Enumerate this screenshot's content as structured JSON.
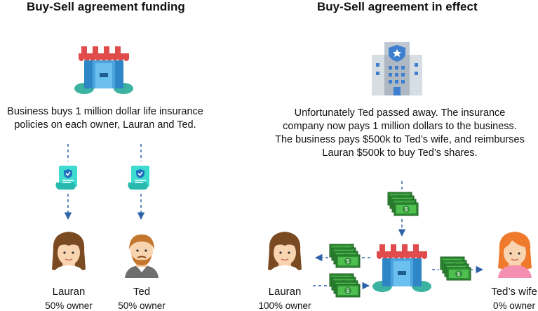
{
  "left": {
    "title": "Buy-Sell agreement funding",
    "description": "Business buys 1 million dollar life insurance policies on each owner, Lauran and Ted.",
    "owners": [
      {
        "name": "Lauran",
        "share": "50% owner"
      },
      {
        "name": "Ted",
        "share": "50% owner"
      }
    ]
  },
  "right": {
    "title": "Buy-Sell agreement in effect",
    "description": "Unfortunately Ted passed away. The insurance company now pays 1 million dollars to the business. The business pays $500k to Ted’s wife, and reimburses Lauran $500k to buy Ted’s shares.",
    "people": [
      {
        "name": "Lauran",
        "share": "100% owner"
      },
      {
        "name": "Ted’s wife",
        "share": "0% owner"
      }
    ]
  },
  "icons": [
    "storefront-icon",
    "insurance-building-icon",
    "policy-document-icon",
    "money-stack-icon",
    "woman-avatar-icon",
    "man-avatar-icon",
    "red-hair-woman-avatar-icon"
  ],
  "colors": {
    "arrow": "#2f63a8",
    "awning_red": "#e04b4b",
    "store_blue": "#4aa3df",
    "money_green": "#3aa53a",
    "doc_teal": "#3ddbd0"
  }
}
